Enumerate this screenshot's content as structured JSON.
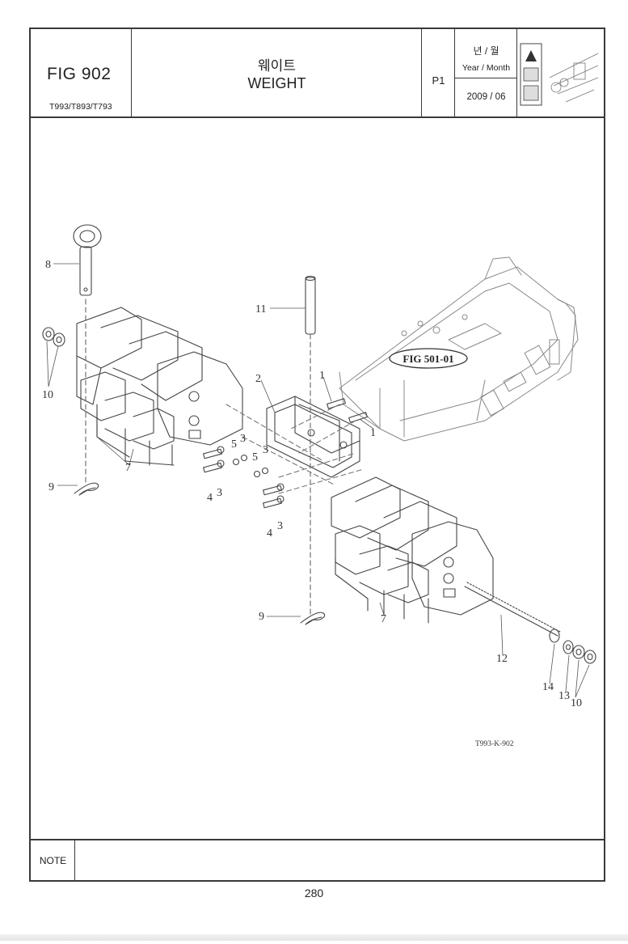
{
  "header": {
    "fig_label": "FIG 902",
    "models": "T993/T893/T793",
    "title_korean": "웨이트",
    "title_english": "WEIGHT",
    "page_code": "P1",
    "year_month_korean": "년 / 월",
    "year_month_label": "Year / Month",
    "date": "2009 / 06"
  },
  "diagram": {
    "callouts": {
      "c1a": "1",
      "c1b": "1",
      "c2": "2",
      "c3a": "3",
      "c3b": "3",
      "c3c": "3",
      "c3d": "3",
      "c4a": "4",
      "c4b": "4",
      "c5a": "5",
      "c5b": "5",
      "c7a": "7",
      "c7b": "7",
      "c8": "8",
      "c9a": "9",
      "c9b": "9",
      "c10a": "10",
      "c10b": "10",
      "c11": "11",
      "c12": "12",
      "c13": "13",
      "c14": "14"
    },
    "reference_figure": "FIG 501-01",
    "drawing_code": "T993-K-902"
  },
  "note": {
    "label": "NOTE"
  },
  "page_number": "280",
  "colors": {
    "frame": "#3a3a3a",
    "ink": "#3c3c3c"
  }
}
